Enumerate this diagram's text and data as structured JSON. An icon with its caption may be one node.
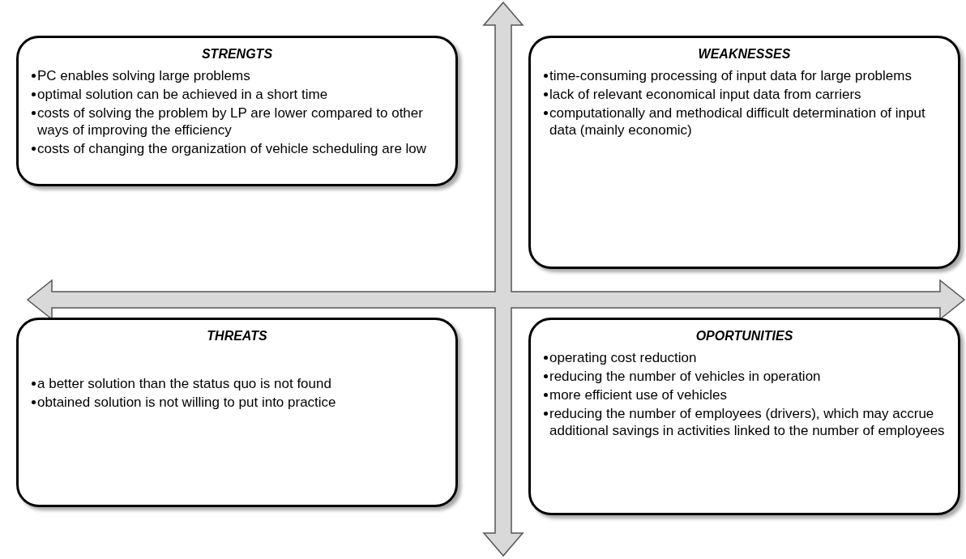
{
  "diagram": {
    "nodes": [
      {
        "text": [
          "STRENGTS",
          "PC enables solving large problems",
          "optimal solution can be achieved in a short time",
          "costs of solving the problem by LP are lower compared to other ways of improving the efficiency",
          "costs of changing the organization of vehicle scheduling are low"
        ]
      },
      {
        "text": [
          "WEAKNESSES",
          "time-consuming processing of input data for large problems",
          "lack of relevant economical input data from carriers",
          "computationally and methodical difficult determination of input data (mainly economic)"
        ]
      },
      {
        "text": [
          "THREATS",
          "a better solution than the status quo is not found",
          "obtained solution is not willing to put into practice"
        ]
      },
      {
        "text": [
          "OPORTUNITIES",
          "operating cost reduction",
          "reducing the number of vehicles in operation",
          "more efficient use of vehicles",
          "reducing the number of employees (drivers), which may accrue additional savings in activities linked to the number of employees"
        ]
      }
    ],
    "edges": []
  }
}
